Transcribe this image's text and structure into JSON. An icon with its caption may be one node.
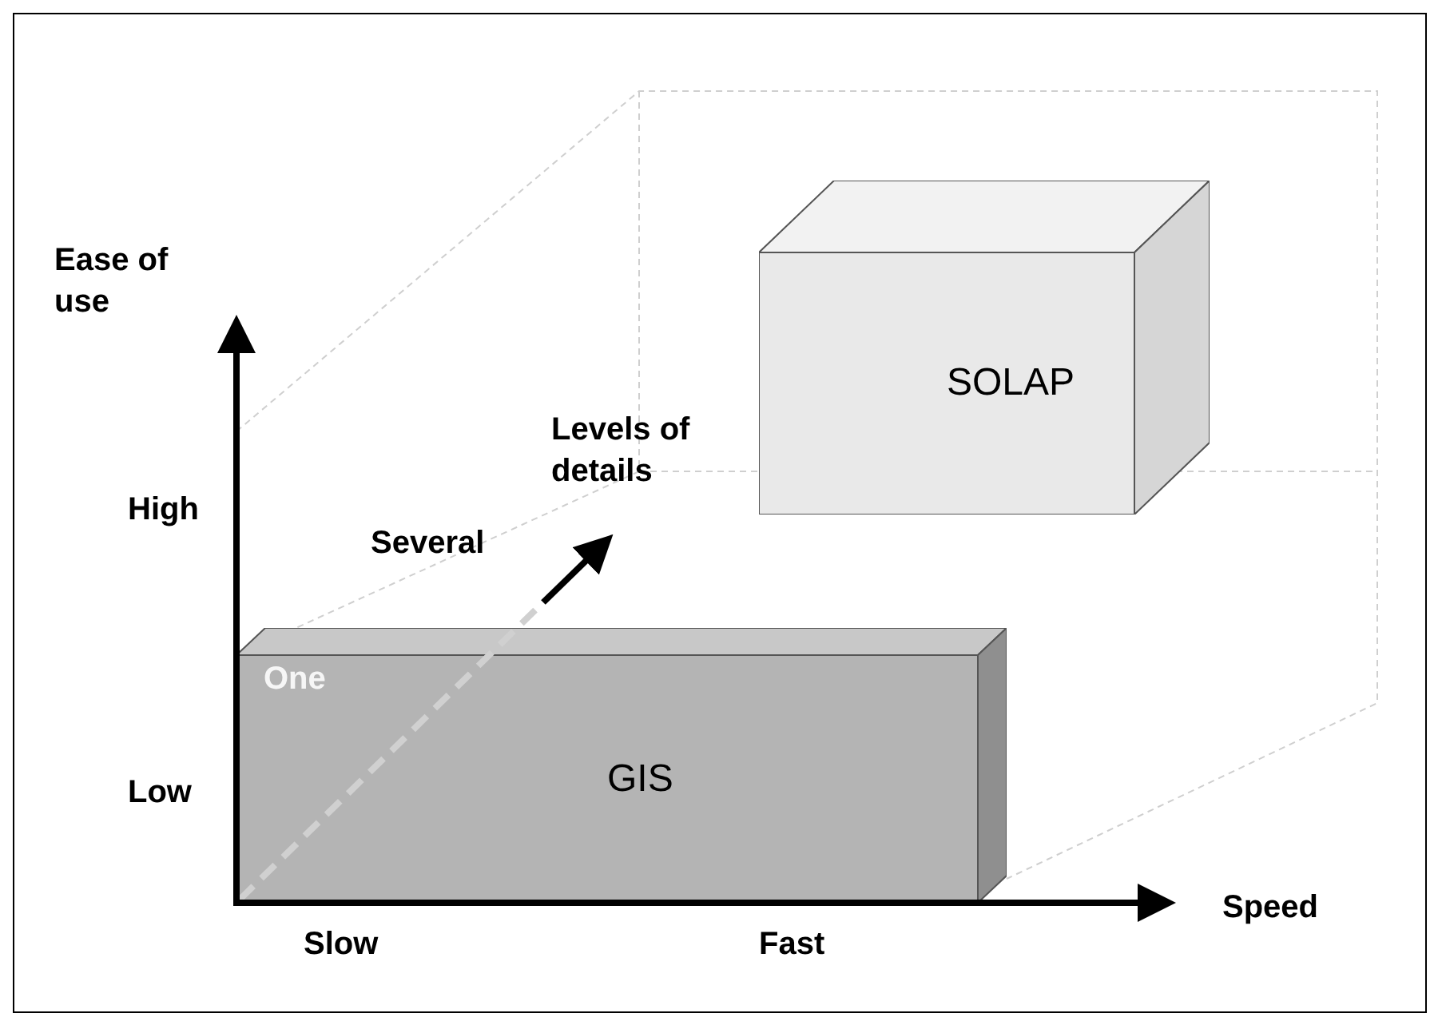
{
  "diagram": {
    "nodes": [
      {
        "text": [
          "SOLAP"
        ]
      },
      {
        "text": [
          "GIS"
        ]
      }
    ],
    "labels": [
      "Ease of use",
      "Levels of details",
      "High",
      "Several",
      "One",
      "Low",
      "Slow",
      "Fast",
      "Speed"
    ]
  }
}
